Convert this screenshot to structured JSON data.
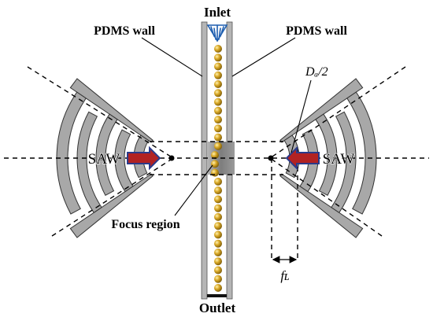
{
  "labels": {
    "inlet": "Inlet",
    "outlet": "Outlet",
    "pdms_left": "PDMS wall",
    "pdms_right": "PDMS wall",
    "focus_region": "Focus region",
    "saw_left": "SAW",
    "saw_right": "SAW",
    "aperture_half": "Dₐ/2",
    "focal_length": "fʟ"
  },
  "particles": {
    "count": 28
  },
  "colors": {
    "idt": "#a8a8a8",
    "channel_wall": "#b5b5b5",
    "particle": "#c89a1a",
    "focus_region": "#8a8a8a",
    "arrow_fill": "#b22222",
    "arrow_outline": "#2a3a8a",
    "inlet_arrows": "#1f5fb0"
  }
}
